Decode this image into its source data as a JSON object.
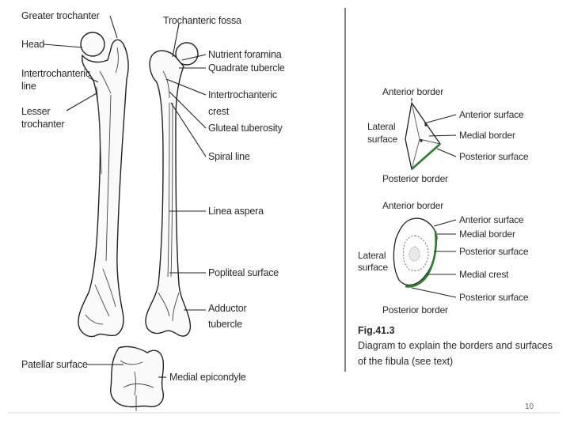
{
  "femur_labels": {
    "greater_trochanter": "Greater trochanter",
    "head": "Head",
    "intertrochanteric_line_1": "Intertrochanteric",
    "intertrochanteric_line_2": "line",
    "lesser_trochanter_1": "Lesser",
    "lesser_trochanter_2": "trochanter",
    "trochanteric_fossa": "Trochanteric fossa",
    "nutrient_foramina": "Nutrient foramina",
    "quadrate_tubercle": "Quadrate tubercle",
    "intertrochanteric_crest_1": "Intertrochanteric",
    "intertrochanteric_crest_2": "crest",
    "gluteal_tuberosity": "Gluteal tuberosity",
    "spiral_line": "Spiral line",
    "linea_aspera": "Linea aspera",
    "popliteal_surface": "Popliteal surface",
    "adductor_tubercle_1": "Adductor",
    "adductor_tubercle_2": "tubercle",
    "patellar_surface": "Patellar surface",
    "medial_epicondyle": "Medial epicondyle"
  },
  "fibula_upper_labels": {
    "anterior_border": "Anterior border",
    "lateral_surface_1": "Lateral",
    "lateral_surface_2": "surface",
    "anterior_surface": "Anterior surface",
    "medial_border": "Medial border",
    "posterior_surface": "Posterior surface",
    "posterior_border": "Posterior border"
  },
  "fibula_lower_labels": {
    "anterior_border": "Anterior border",
    "lateral_surface_1": "Lateral",
    "lateral_surface_2": "surface",
    "anterior_surface": "Anterior surface",
    "medial_border": "Medial border",
    "posterior_surface_1": "Posterior surface",
    "medial_crest": "Medial crest",
    "posterior_surface_2": "Posterior surface",
    "posterior_border": "Posterior border"
  },
  "caption": {
    "fig": "Fig.41.3",
    "line1": "Diagram to explain the borders and surfaces",
    "line2": "of the fibula (see text)"
  },
  "page_number": "10",
  "colors": {
    "highlight_green": "#2e7d32",
    "line": "#222222"
  }
}
